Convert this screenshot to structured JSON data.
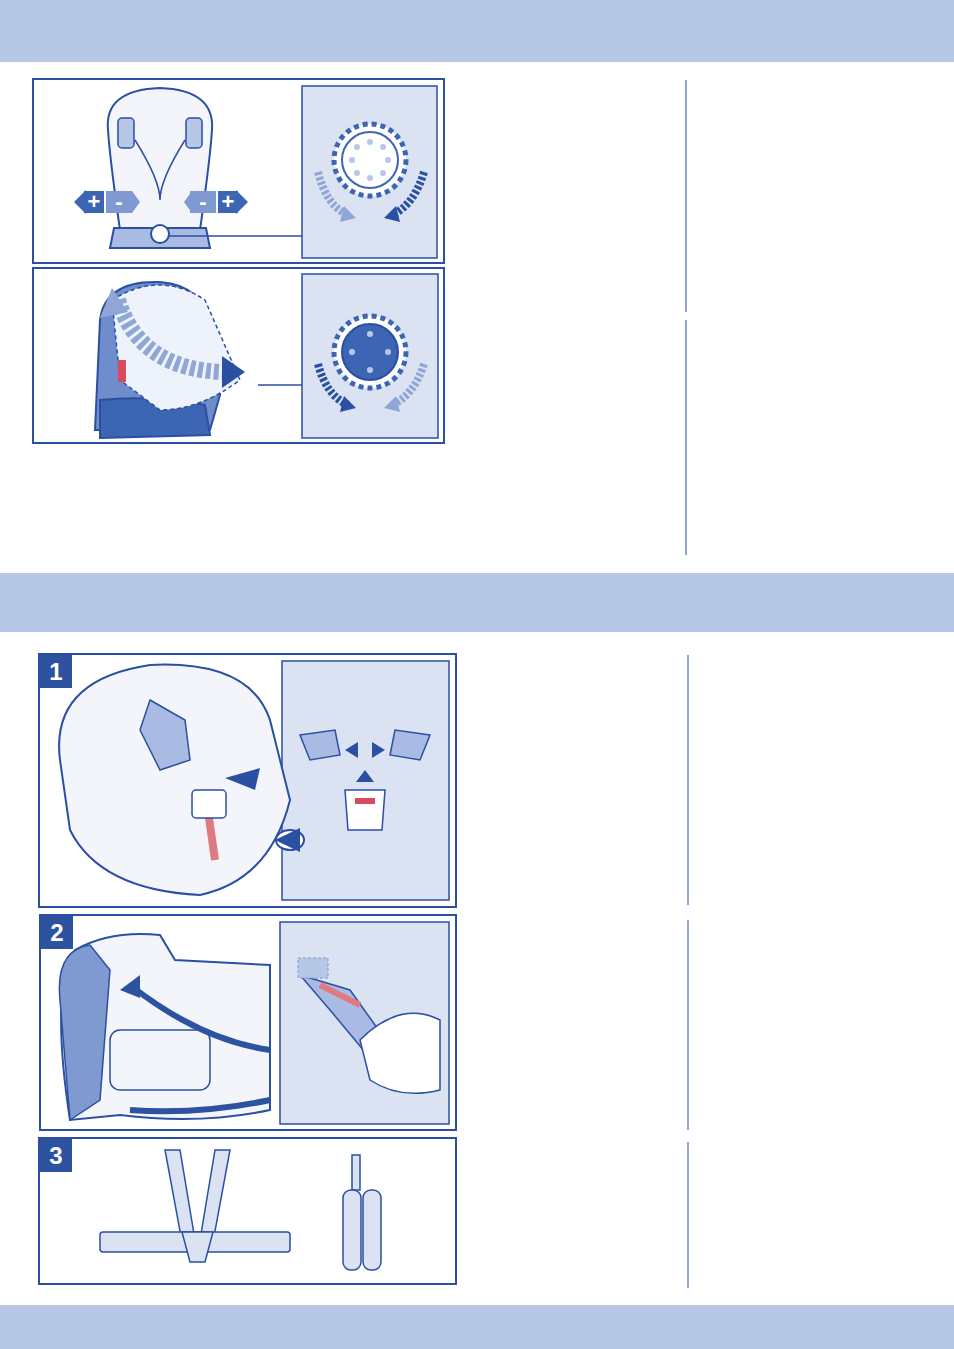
{
  "diagram": {
    "labels": [
      "+",
      "-",
      "-",
      "+",
      "1",
      "2",
      "3"
    ]
  }
}
